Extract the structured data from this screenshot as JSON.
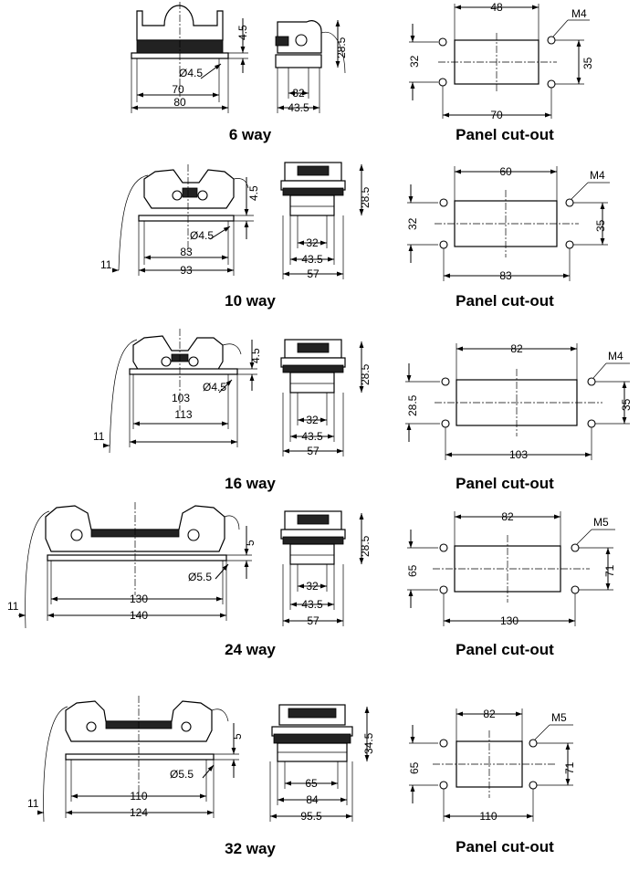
{
  "rows": [
    {
      "caption": "6 way",
      "cutout_caption": "Panel cut-out",
      "side": {
        "height": "4.5",
        "hole": "Ø4.5",
        "inner": "70",
        "outer": "80",
        "cable": ""
      },
      "front": {
        "height": "28.5",
        "inner": "32",
        "outer": "43.5"
      },
      "cutout": {
        "width": "48",
        "screw": "M4",
        "left_height": "32",
        "right_height": "35",
        "pitch": "70"
      }
    },
    {
      "caption": "10 way",
      "cutout_caption": "Panel cut-out",
      "side": {
        "height": "4.5",
        "hole": "Ø4.5",
        "inner": "83",
        "outer": "93",
        "cable": "11"
      },
      "front": {
        "height": "28.5",
        "inner": "32",
        "outer": "43.5",
        "overall": "57"
      },
      "cutout": {
        "width": "60",
        "screw": "M4",
        "left_height": "32",
        "right_height": "35",
        "pitch": "83"
      }
    },
    {
      "caption": "16 way",
      "cutout_caption": "Panel cut-out",
      "side": {
        "height": "4.5",
        "hole": "Ø4.5",
        "inner": "103",
        "outer": "113",
        "cable": "11"
      },
      "front": {
        "height": "28.5",
        "inner": "32",
        "outer": "43.5",
        "overall": "57"
      },
      "cutout": {
        "width": "82",
        "screw": "M4",
        "left_height": "28.5",
        "right_height": "35",
        "pitch": "103"
      }
    },
    {
      "caption": "24 way",
      "cutout_caption": "Panel cut-out",
      "side": {
        "height": "5",
        "hole": "Ø5.5",
        "inner": "130",
        "outer": "140",
        "cable": "11"
      },
      "front": {
        "height": "28.5",
        "inner": "32",
        "outer": "43.5",
        "overall": "57"
      },
      "cutout": {
        "width": "82",
        "screw": "M5",
        "left_height": "65",
        "right_height": "71",
        "pitch": "130"
      }
    },
    {
      "caption": "32 way",
      "cutout_caption": "Panel cut-out",
      "side": {
        "height": "5",
        "hole": "Ø5.5",
        "inner": "110",
        "outer": "124",
        "cable": "11"
      },
      "front": {
        "height": "34.5",
        "inner": "65",
        "outer": "84",
        "overall": "95.5"
      },
      "cutout": {
        "width": "82",
        "screw": "M5",
        "left_height": "65",
        "right_height": "71",
        "pitch": "110"
      }
    }
  ]
}
